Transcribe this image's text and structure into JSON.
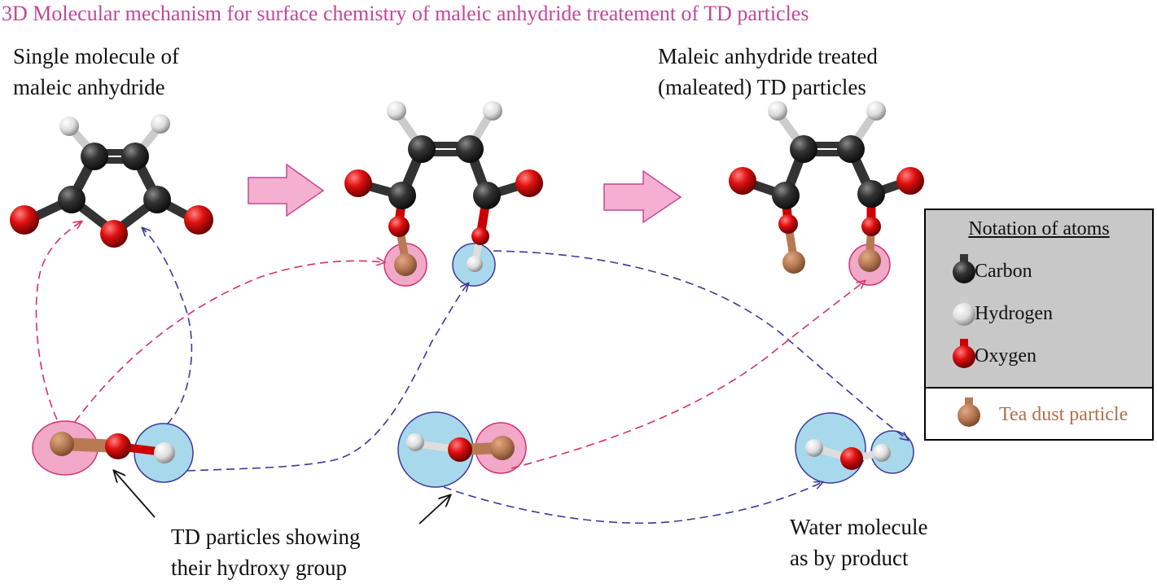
{
  "title": "3D Molecular mechanism for surface chemistry of maleic anhydride treatement of TD particles",
  "labels": {
    "single_molecule": [
      "Single molecule of",
      "maleic anhydride"
    ],
    "treated": [
      "Maleic anhydride treated",
      "(maleated) TD particles"
    ],
    "td_particles": [
      "TD particles showing",
      "their hydroxy group"
    ],
    "water": [
      "Water molecule",
      "as by product"
    ]
  },
  "legend": {
    "title": "Notation of atoms",
    "carbon": "Carbon",
    "hydrogen": "Hydrogen",
    "oxygen": "Oxygen",
    "tea": "Tea dust particle"
  },
  "colors": {
    "title": "#c2489a",
    "carbon": "#2b2b2b",
    "hydrogen": "#f0f0f0",
    "oxygen": "#e01010",
    "tea": "#b87a55",
    "pink_highlight": "#f2a8c8",
    "blue_highlight": "#a8d8ec",
    "arrow_fill": "#f5b0d0",
    "pink_dash": "#d6306f",
    "blue_dash": "#3a3a9a"
  }
}
